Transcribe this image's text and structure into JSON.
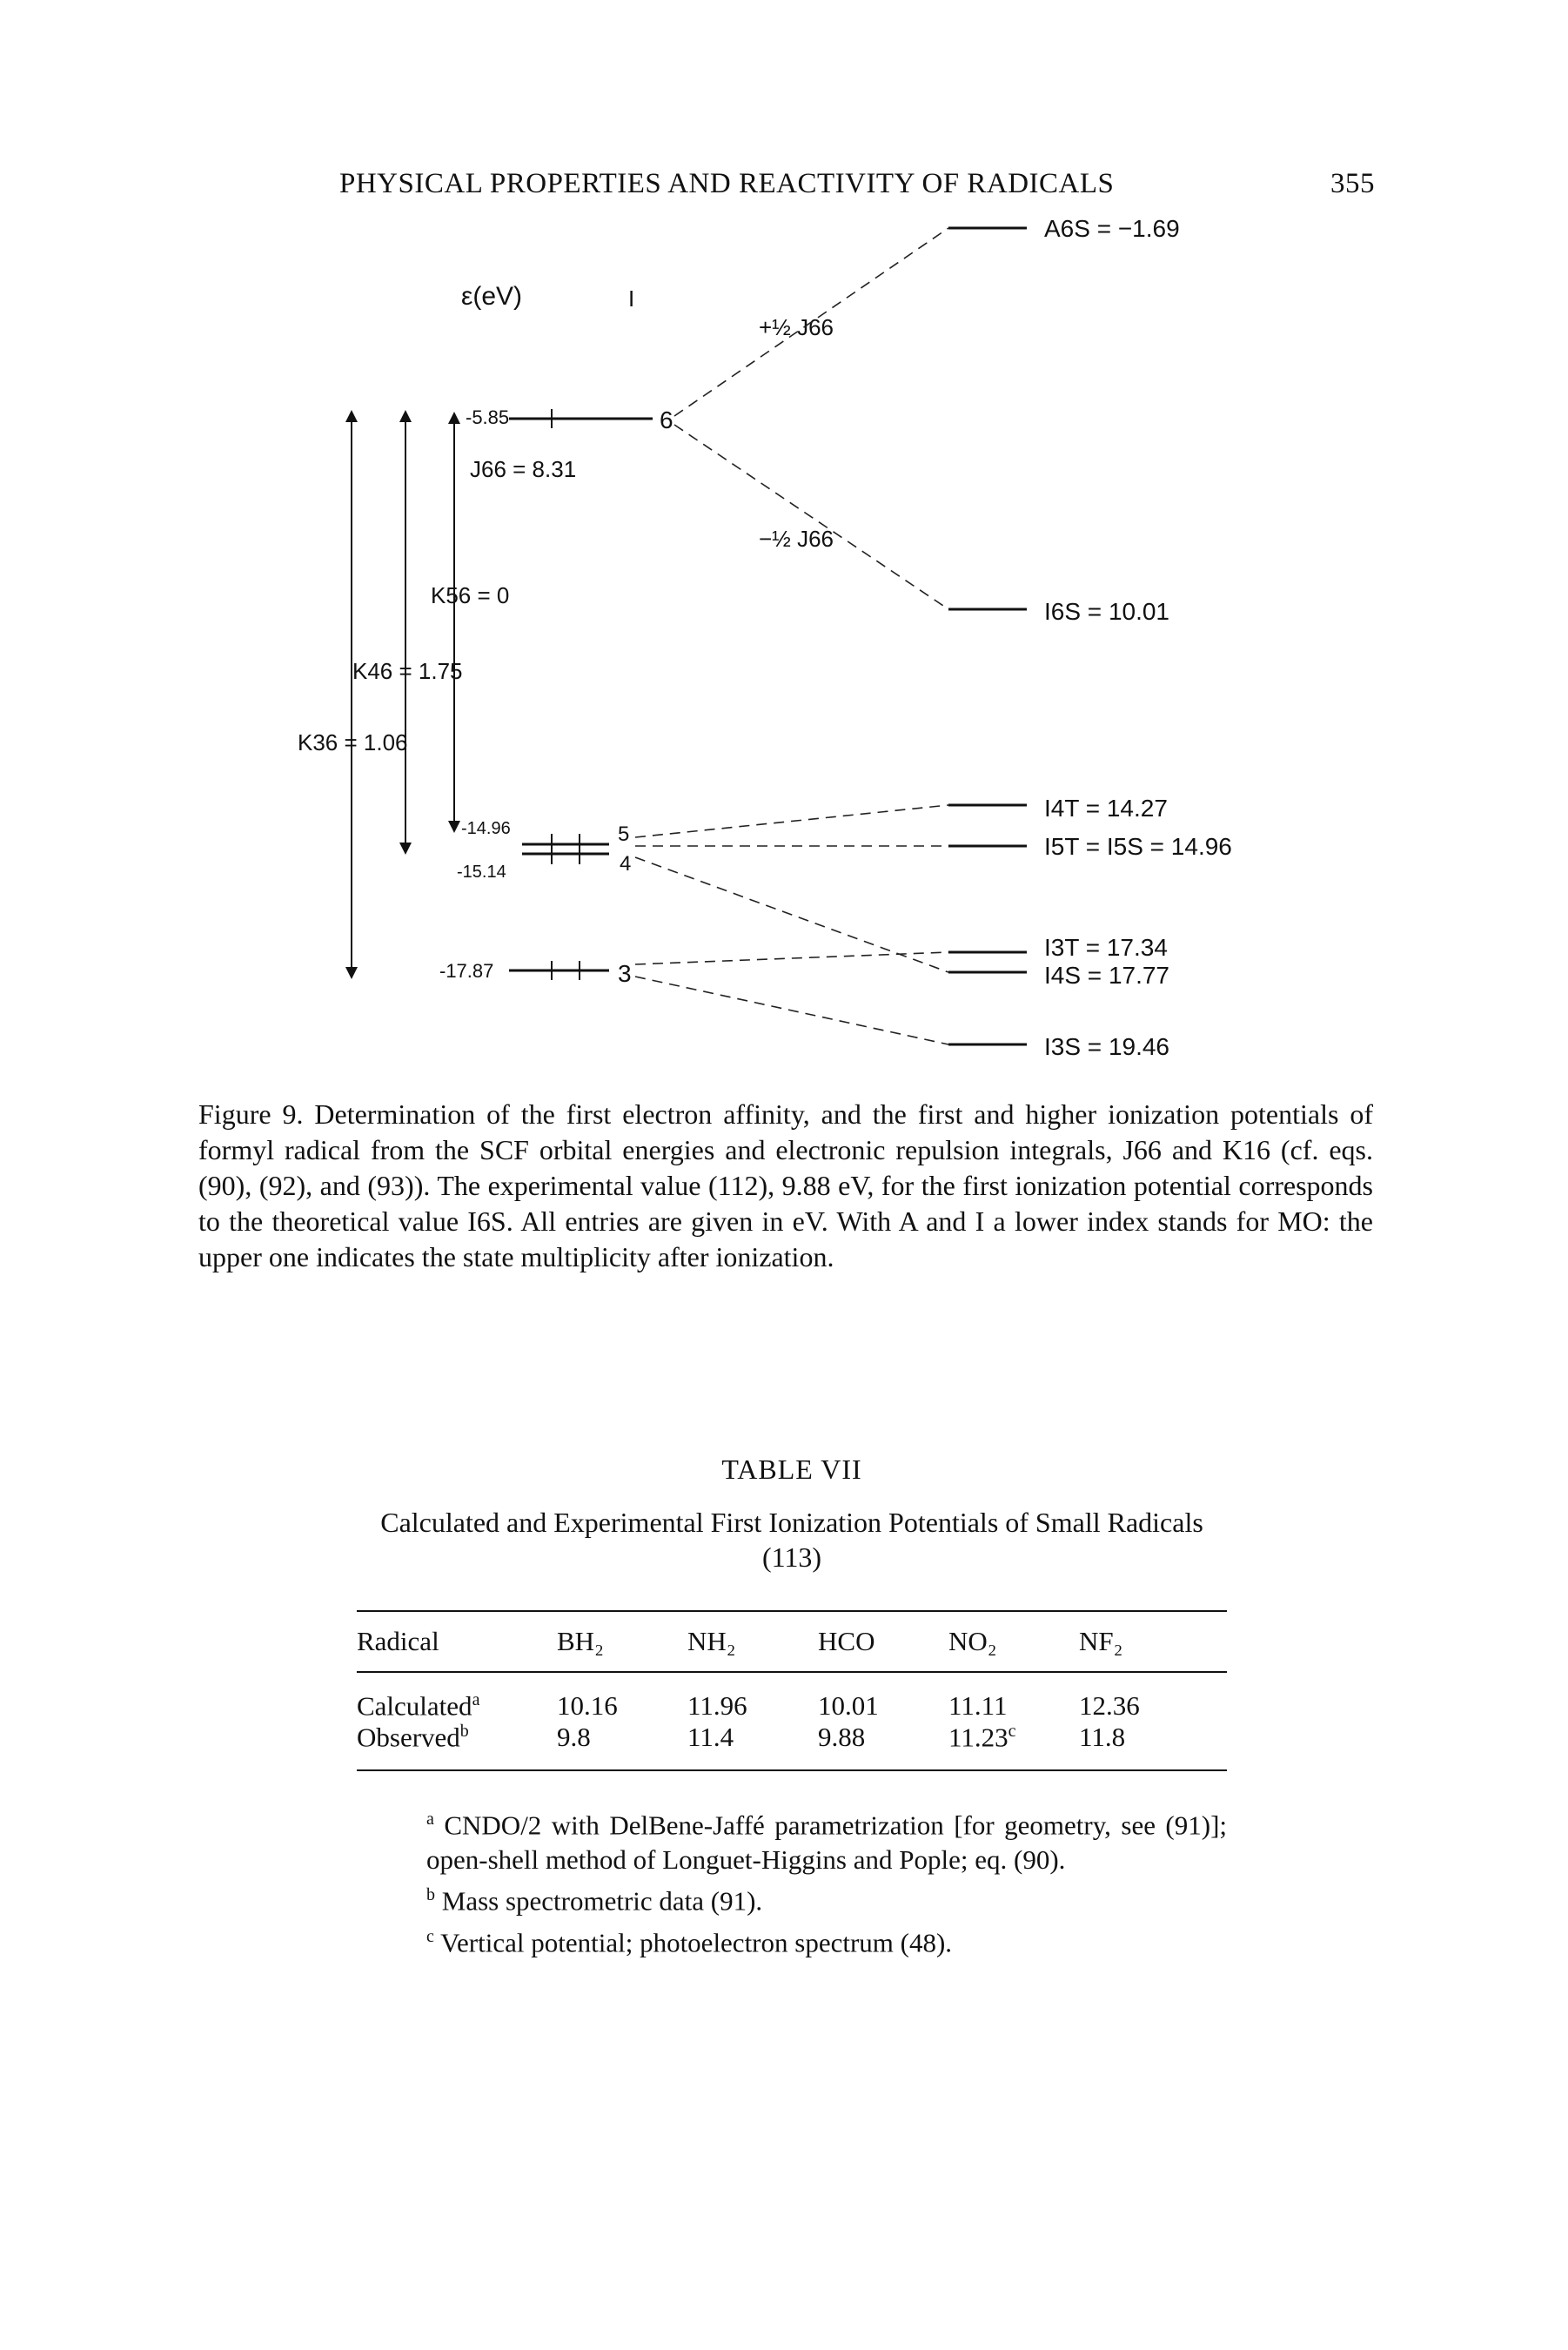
{
  "header": {
    "running_title": "PHYSICAL PROPERTIES AND REACTIVITY OF RADICALS",
    "page_number": "355"
  },
  "figure": {
    "axis_label": "ε(eV)",
    "column_marker": "I",
    "left_levels": [
      "-5.85",
      "-14.96",
      "-15.14",
      "-17.87"
    ],
    "orbital_numbers": [
      "6",
      "5",
      "4",
      "3"
    ],
    "integrals": {
      "j66": "J66 = 8.31",
      "k56": "K56 = 0",
      "k46": "K46 = 1.75",
      "k36": "K36 = 1.06"
    },
    "splitting": {
      "plus": "+½ J66",
      "minus": "−½ J66"
    },
    "right_levels": {
      "a6": "A6S = −1.69",
      "i6": "I6S = 10.01",
      "i4t": "I4T = 14.27",
      "i5": "I5T = I5S = 14.96",
      "i3t": "I3T = 17.34",
      "i4s": "I4S = 17.77",
      "i3s": "I3S = 19.46"
    }
  },
  "caption": "Figure 9. Determination of the first electron affinity, and the first and higher ionization potentials of formyl radical from the SCF orbital energies and electronic repulsion integrals, J66 and K16 (cf. eqs. (90), (92), and (93)). The experimental value (112), 9.88 eV, for the first ionization potential corresponds to the theoretical value I6S. All entries are given in eV. With A and I a lower index stands for MO: the upper one indicates the state multiplicity after ionization.",
  "table": {
    "label": "TABLE VII",
    "caption": "Calculated and Experimental First Ionization Potentials of Small Radicals (113)",
    "columns": [
      "Radical",
      "BH₂",
      "NH₂",
      "HCO",
      "NO₂",
      "NF₂"
    ],
    "rows": [
      {
        "label": "Calculated",
        "mark": "a",
        "values": [
          "10.16",
          "11.96",
          "10.01",
          "11.11",
          "12.36"
        ]
      },
      {
        "label": "Observed",
        "mark": "b",
        "values": [
          "9.8",
          "11.4",
          "9.88",
          "11.23",
          "11.8"
        ],
        "cell_mark": "c"
      }
    ]
  },
  "footnotes": {
    "a": {
      "mark": "a",
      "text": "CNDO/2 with DelBene-Jaffé parametrization [for geometry, see (91)]; open-shell method of Longuet-Higgins and Pople; eq. (90)."
    },
    "b": {
      "mark": "b",
      "text": "Mass spectrometric data (91)."
    },
    "c": {
      "mark": "c",
      "text": "Vertical potential; photoelectron spectrum (48)."
    }
  }
}
